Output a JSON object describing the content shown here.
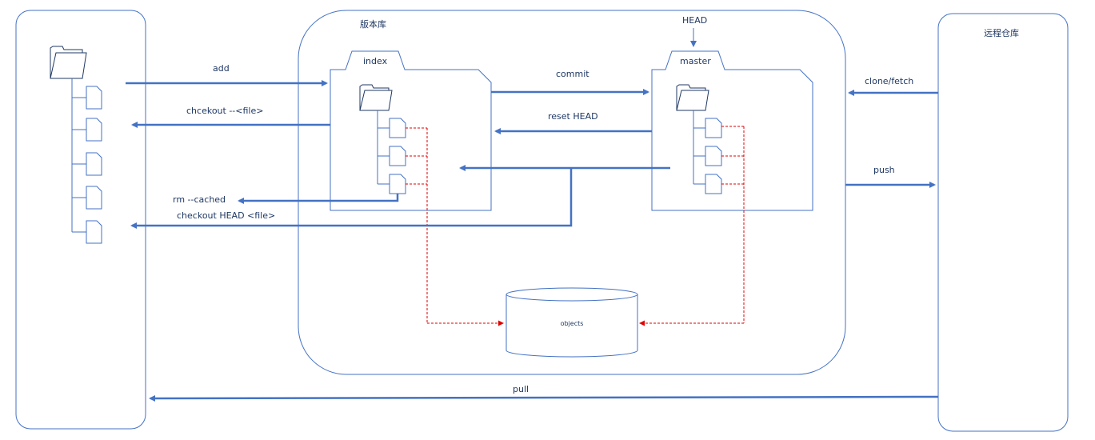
{
  "labels": {
    "repo": "版本库",
    "remote": "远程仓库",
    "head": "HEAD",
    "index": "index",
    "master": "master",
    "objects": "objects"
  },
  "arrows": {
    "add": "add",
    "checkout_file": "chcekout --<file>",
    "rm_cached": "rm --cached",
    "checkout_head": "checkout HEAD <file>",
    "commit": "commit",
    "reset_head": "reset HEAD",
    "clone_fetch": "clone/fetch",
    "push": "push",
    "pull": "pull"
  },
  "colors": {
    "blue": "#4472c4",
    "dark": "#1f3864",
    "red": "#e00000"
  }
}
